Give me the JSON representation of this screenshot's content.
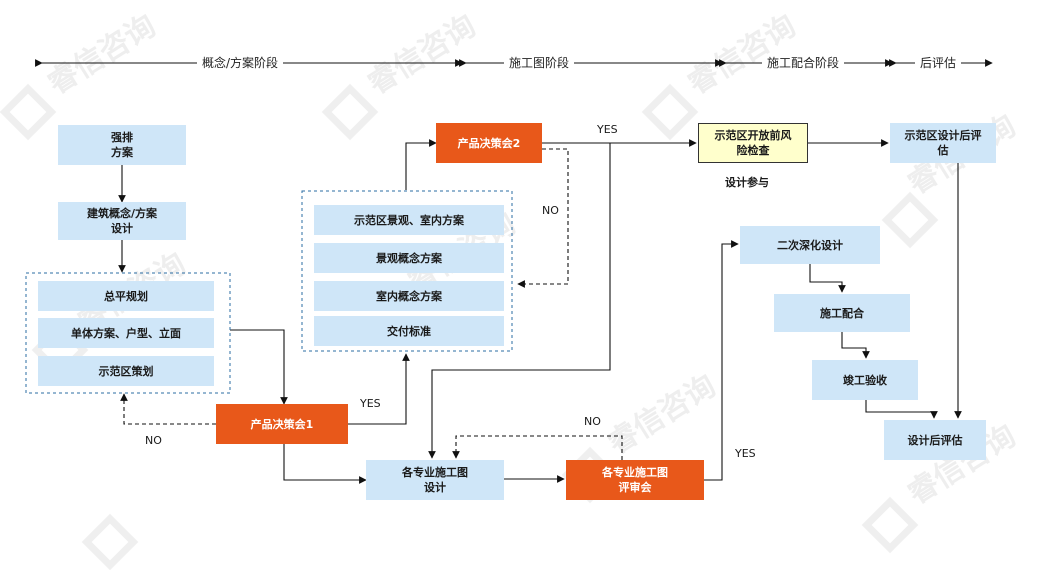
{
  "phases": [
    "概念/方案阶段",
    "施工图阶段",
    "施工配合阶段",
    "后评估"
  ],
  "boxes": {
    "qiangpai": "强排\n方案",
    "jianzhu": "建筑概念/方案\n设计",
    "zongping": "总平规划",
    "danti": "单体方案、户型、立面",
    "shifanqu_cehua": "示范区策划",
    "decision1": "产品决策会1",
    "decision2": "产品决策会2",
    "landscape_interior": "示范区景观、室内方案",
    "landscape_concept": "景观概念方案",
    "interior_concept": "室内概念方案",
    "delivery_std": "交付标准",
    "construction_design": "各专业施工图\n设计",
    "construction_review": "各专业施工图\n评审会",
    "risk_check": "示范区开放前风\n险检查",
    "post_eval_design": "示范区设计后评\n估",
    "deepening": "二次深化设计",
    "coordination": "施工配合",
    "acceptance": "竣工验收",
    "post_eval": "设计后评估"
  },
  "labels": {
    "yes_top": "YES",
    "no_right": "NO",
    "design_participation": "设计参与",
    "yes_left": "YES",
    "no_left": "NO",
    "no_bottom": "NO",
    "yes_bottom": "YES"
  },
  "watermark": "睿信咨询",
  "colors": {
    "box_fill": "#cfe6f8",
    "decision_fill": "#e8581a",
    "check_fill": "#ffffcc",
    "dashed_border": "#2b6ca3"
  }
}
